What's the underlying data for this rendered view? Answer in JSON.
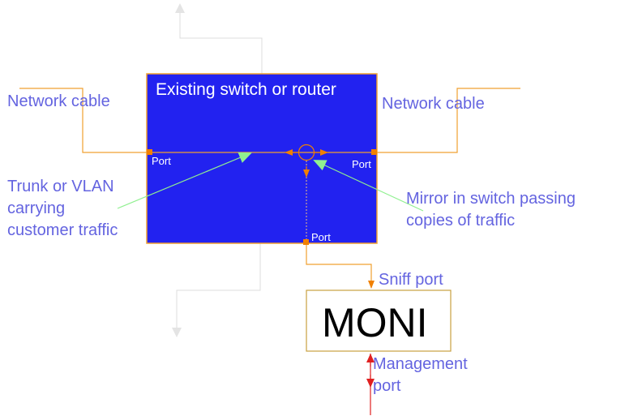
{
  "diagram": {
    "switch_title": "Existing switch or router",
    "port_left": "Port",
    "port_right": "Port",
    "port_bottom": "Port",
    "network_cable_left": "Network cable",
    "network_cable_right": "Network cable",
    "trunk_label": [
      "Trunk or VLAN",
      "carrying",
      "customer traffic"
    ],
    "mirror_label": [
      "Mirror in switch passing",
      "copies of traffic"
    ],
    "sniff_port": "Sniff port",
    "moni": "MONI",
    "management_port": [
      "Management",
      "port"
    ]
  },
  "colors": {
    "switch_fill": "#2222f0",
    "cable": "#f0a030",
    "port_marker": "#f08000",
    "label": "#6464e0",
    "mirror_arrow": "#90f090",
    "management_arrow": "#e02020",
    "faint_line": "#dcdcdc"
  }
}
